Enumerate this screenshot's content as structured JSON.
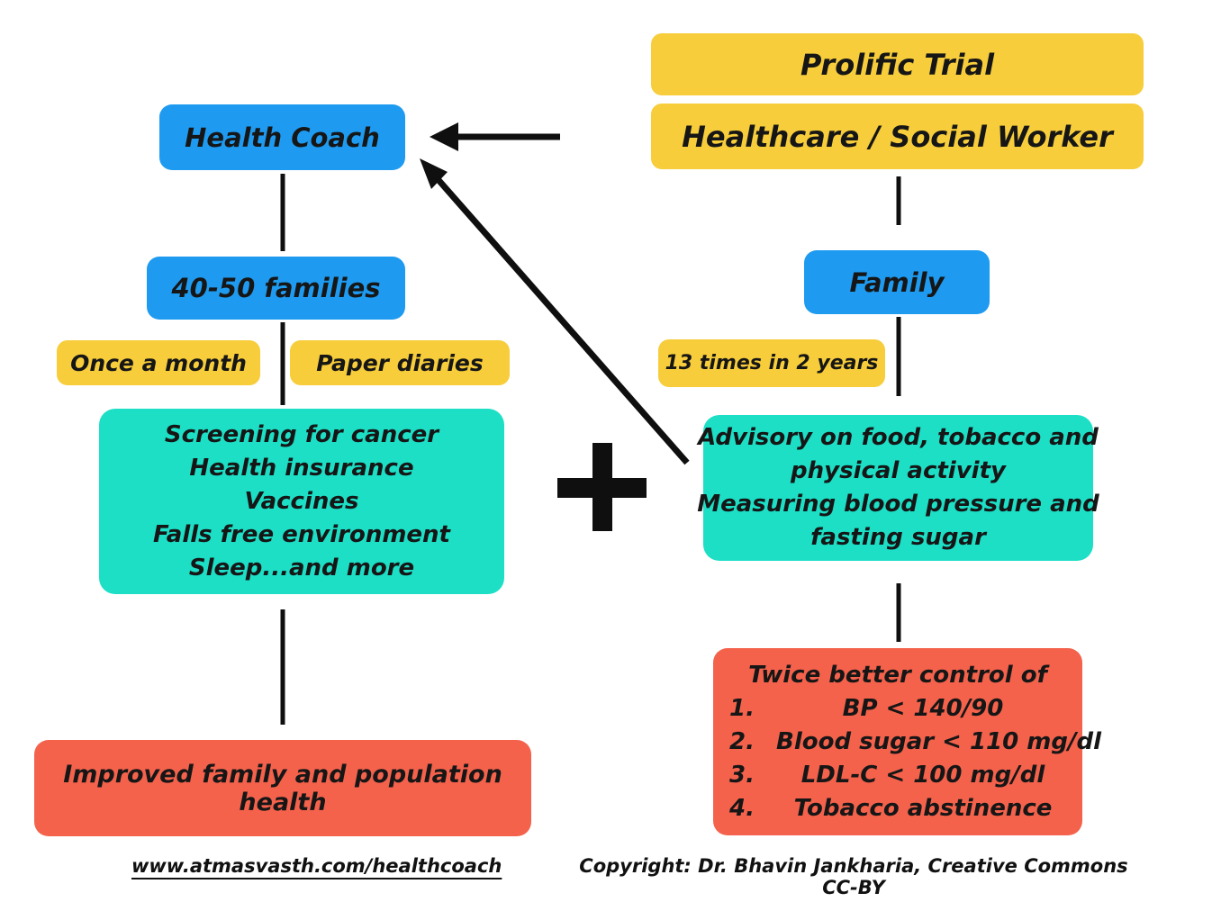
{
  "colors": {
    "box_blue": "#1E9BF0",
    "box_yellow": "#F7CD3B",
    "box_teal": "#1CDFC6",
    "box_red": "#F4624C",
    "ink": "#161616",
    "background": "#FFFFFF"
  },
  "left_column": {
    "health_coach": "Health Coach",
    "families": "40-50 families",
    "once_a_month": "Once a month",
    "paper_diaries": "Paper diaries",
    "services": {
      "lines": [
        "Screening for cancer",
        "Health insurance",
        "Vaccines",
        "Falls free environment",
        "Sleep...and more"
      ]
    },
    "outcome": "Improved family and population health"
  },
  "right_column": {
    "trial_title": "Prolific Trial",
    "worker": "Healthcare / Social Worker",
    "family": "Family",
    "visits": "13 times in 2 years",
    "advisory": {
      "lines": [
        "Advisory on food, tobacco and",
        "physical activity",
        "Measuring blood pressure and",
        "fasting sugar"
      ]
    },
    "results": {
      "title": "Twice better control of",
      "items": [
        {
          "num": "1.",
          "text": "BP < 140/90"
        },
        {
          "num": "2.",
          "text": "Blood sugar < 110 mg/dl"
        },
        {
          "num": "3.",
          "text": "LDL-C < 100 mg/dl"
        },
        {
          "num": "4.",
          "text": "Tobacco abstinence"
        }
      ]
    }
  },
  "footer": {
    "link": "www.atmasvasth.com/healthcoach",
    "copyright": "Copyright: Dr. Bhavin Jankharia, Creative Commons CC-BY"
  }
}
